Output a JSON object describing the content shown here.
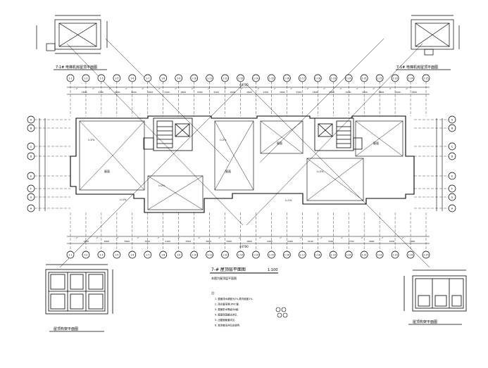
{
  "drawing": {
    "main_title": "7-# 屋顶层平面图",
    "main_scale": "1:100",
    "main_subtitle": "本图为屋顶层平面图",
    "notes_header": "注:",
    "notes": [
      "1. 屋面排水坡度为2%,檐沟坡度1%.",
      "2. 雨水管采用UPVC管.",
      "3. 屋面防水等级为II级.",
      "4. 屋面保温做法详见.",
      "5. 出屋面管道详见.",
      "6. 其余做法详见总说明."
    ],
    "detail_labels": {
      "top_left": "7-1# 电梯机房屋顶平面图",
      "top_right": "7-1# 电梯机房屋顶平面图",
      "bottom_left": "屋顶构架平面图",
      "bottom_right": "屋顶构架平面图"
    },
    "top_axis_labels": [
      "1-1",
      "1-2",
      "1-3",
      "1-5",
      "1-6",
      "1-7",
      "1-8",
      "1-9",
      "1-10",
      "1-11",
      "1-12",
      "1-13",
      "1-14",
      "1-15",
      "1-16",
      "1-17",
      "1-18",
      "1-19",
      "1-20",
      "1-21",
      "1-22",
      "1-23",
      "1-24",
      "1-25"
    ],
    "left_axis_labels": [
      "A",
      "B",
      "C",
      "D",
      "E",
      "F",
      "G",
      "H"
    ],
    "right_axis_labels": [
      "A",
      "B",
      "C",
      "D",
      "E",
      "F",
      "G",
      "H"
    ],
    "top_dimensions": [
      "1800",
      "2700",
      "3000",
      "1200",
      "3300",
      "1500",
      "1800",
      "3300",
      "2100",
      "2400",
      "1800",
      "2700",
      "3900",
      "2700",
      "1800",
      "2400",
      "2100",
      "3300",
      "1800",
      "1500",
      "3300"
    ],
    "bottom_dimensions": [
      "1800",
      "2400",
      "3000",
      "3300",
      "2100",
      "3300",
      "3000",
      "3300",
      "1800",
      "2400",
      "2400",
      "2100",
      "3300",
      "2700",
      "3900",
      "2400",
      "1800"
    ],
    "total_dimension_top": "44700",
    "total_dimension_bottom": "44700",
    "room_labels": [
      "屋面",
      "屋面",
      "屋面",
      "屋面"
    ],
    "slope_labels": [
      "i=2%",
      "i=2%",
      "i=2%",
      "i=2%",
      "i=1%",
      "i=1%"
    ],
    "colors": {
      "line": "#000000",
      "background": "#ffffff"
    }
  }
}
